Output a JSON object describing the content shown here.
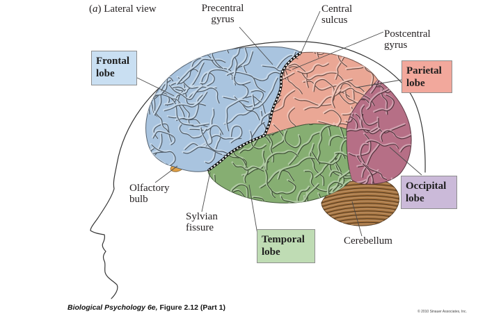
{
  "panel": {
    "open": "(",
    "letter": "a",
    "title": ") Lateral view"
  },
  "labels": {
    "precentral_gyrus": [
      "Precentral",
      "gyrus"
    ],
    "central_sulcus": [
      "Central",
      "sulcus"
    ],
    "postcentral_gyrus": [
      "Postcentral",
      "gyrus"
    ],
    "olfactory_bulb": [
      "Olfactory",
      "bulb"
    ],
    "sylvian_fissure": [
      "Sylvian",
      "fissure"
    ],
    "cerebellum": "Cerebellum"
  },
  "lobes": {
    "frontal": {
      "lines": [
        "Frontal",
        "lobe"
      ],
      "box_color": "#c9dff2",
      "region_color": "#a9c4df"
    },
    "parietal": {
      "lines": [
        "Parietal",
        "lobe"
      ],
      "box_color": "#f2a89c",
      "region_color": "#eaa795"
    },
    "occipital": {
      "lines": [
        "Occipital",
        "lobe"
      ],
      "box_color": "#cbbad9",
      "region_color": "#b66f86"
    },
    "temporal": {
      "lines": [
        "Temporal",
        "lobe"
      ],
      "box_color": "#bfdcb4",
      "region_color": "#86ae72"
    }
  },
  "structure_colors": {
    "cerebellum": "#a87540",
    "olfactory_bulb": "#e2a247"
  },
  "caption": {
    "source": "Biological Psychology 6e,",
    "figure": "Figure 2.12 (Part 1)"
  },
  "copyright": "© 2010 Sinauer Associates, Inc."
}
